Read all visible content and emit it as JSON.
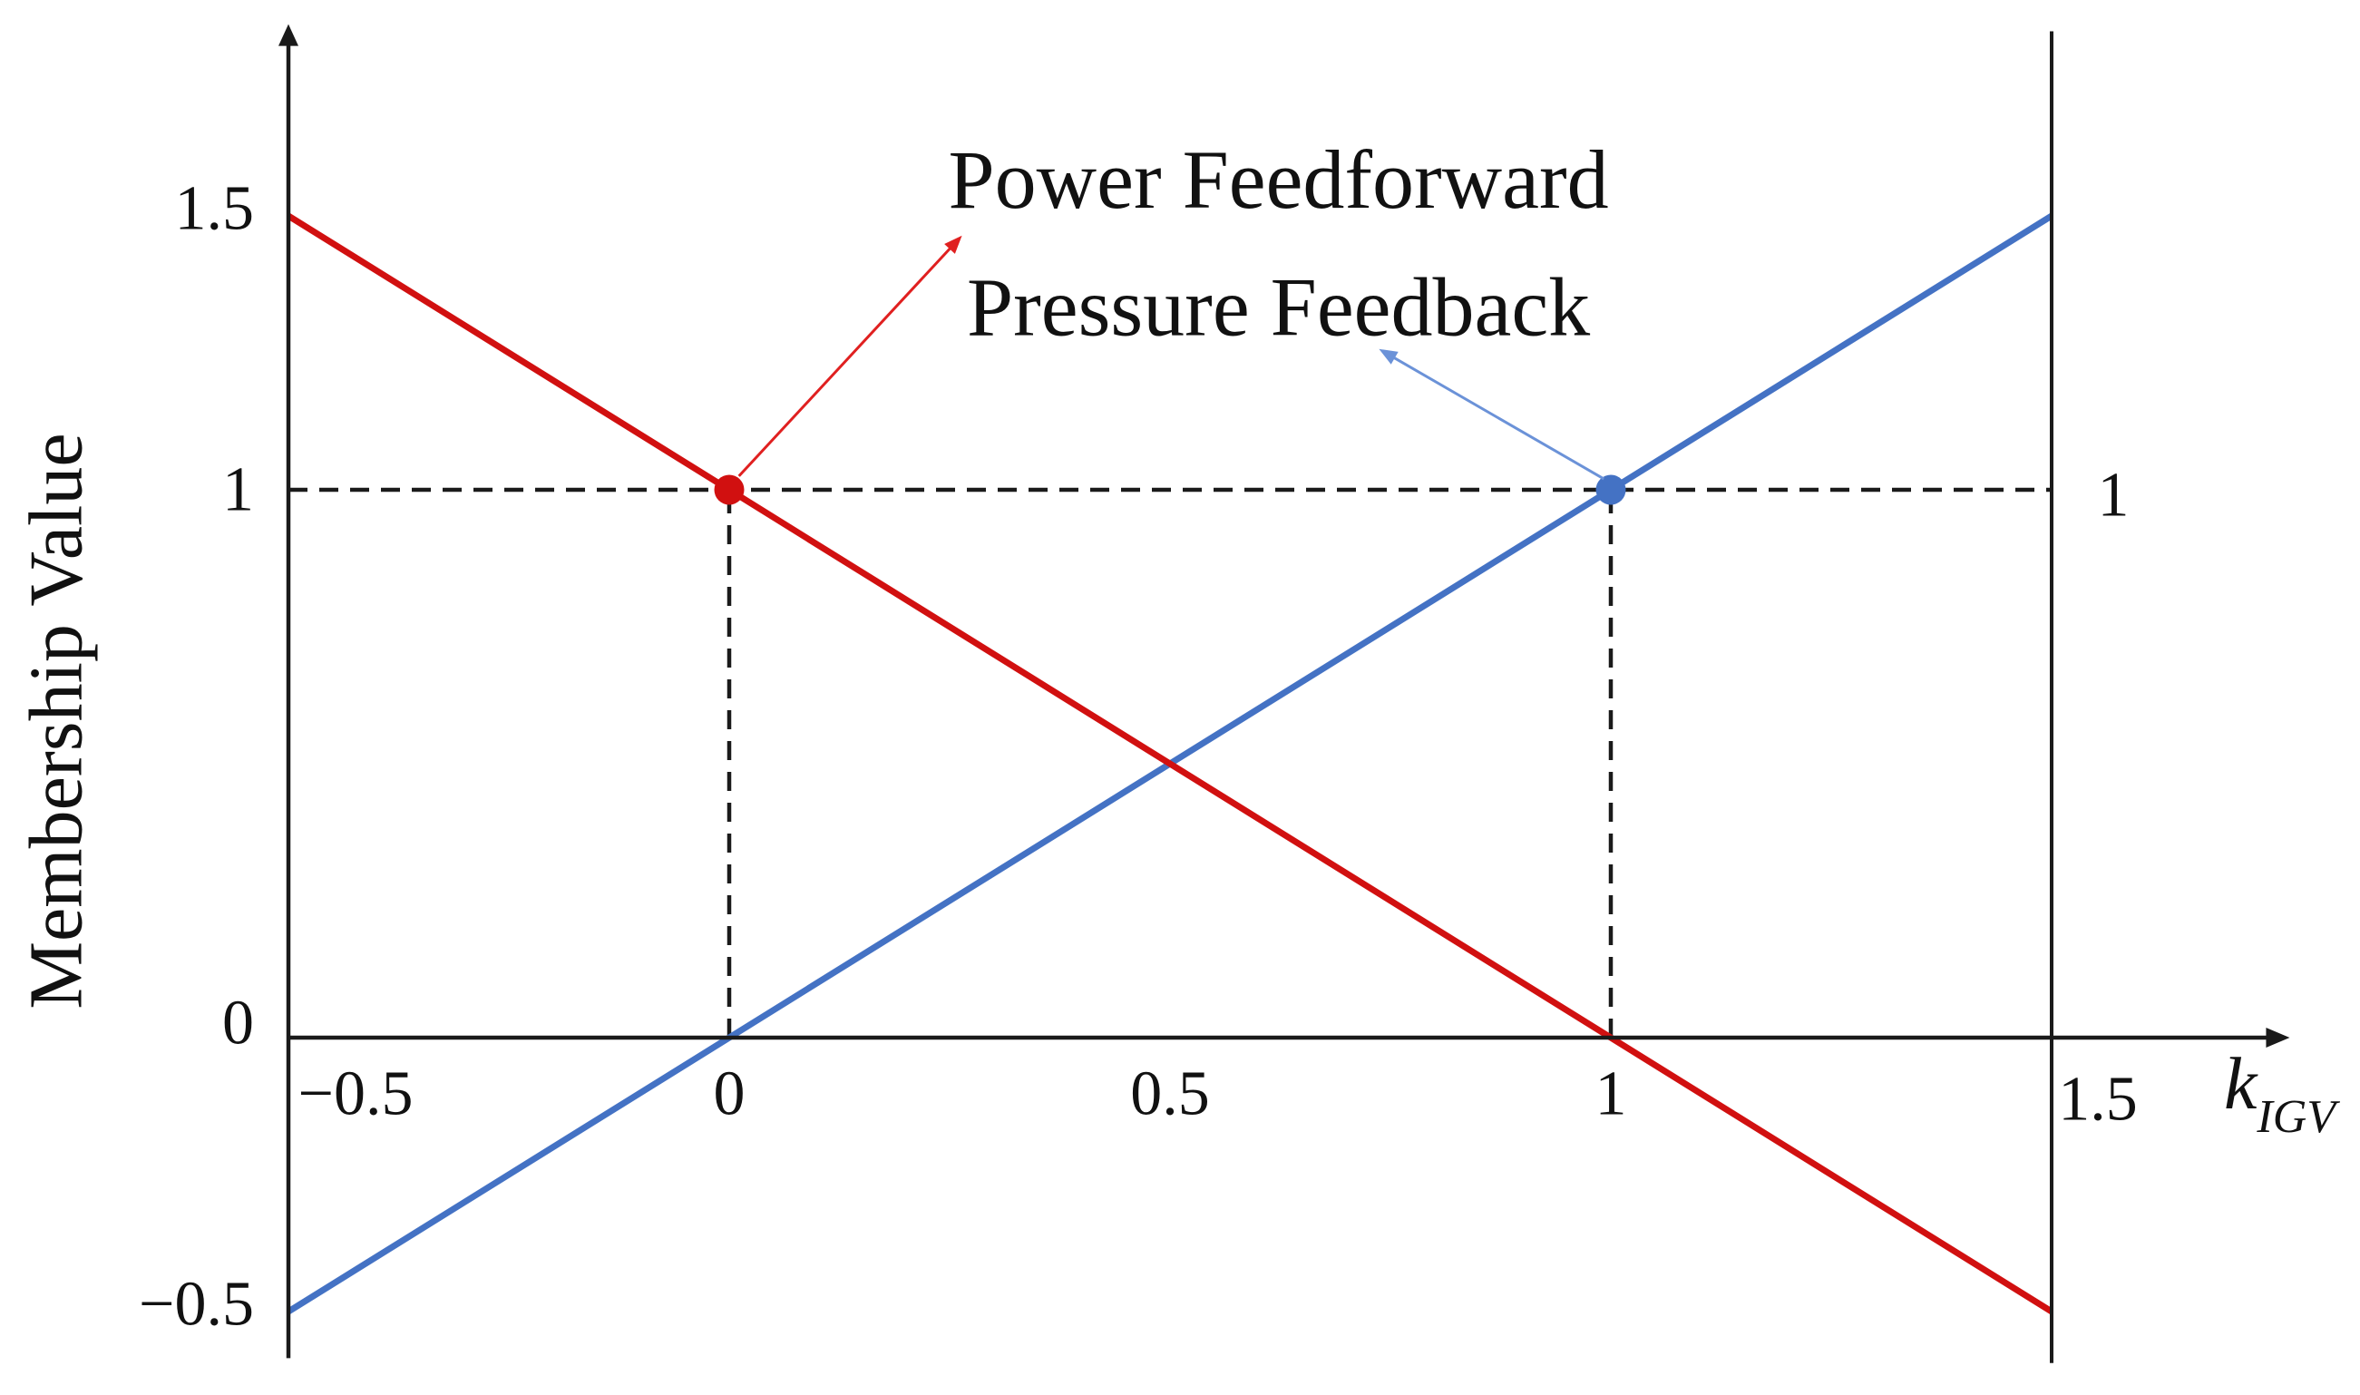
{
  "figure": {
    "background": "#ffffff",
    "text_color": "#111111",
    "axis_color": "#1a1a1a"
  },
  "chart_data": {
    "type": "line",
    "title": "",
    "xlabel": "k",
    "xlabel_subscript": "IGV",
    "ylabel": "Membership Value",
    "xlim": [
      -0.5,
      1.5
    ],
    "ylim": [
      -0.5,
      1.5
    ],
    "grid": false,
    "legend": false,
    "series": [
      {
        "name": "Power Feedforward",
        "color": "#d11010",
        "x": [
          -0.5,
          1.5
        ],
        "y": [
          1.5,
          -0.5
        ]
      },
      {
        "name": "Pressure Feedback",
        "color": "#4472c4",
        "x": [
          -0.5,
          1.5
        ],
        "y": [
          -0.5,
          1.5
        ]
      }
    ],
    "markers": [
      {
        "series": "Power Feedforward",
        "name": "power-feedforward-point",
        "x": 0,
        "y": 1,
        "color": "#d11010"
      },
      {
        "series": "Pressure Feedback",
        "name": "pressure-feedback-point",
        "x": 1,
        "y": 1,
        "color": "#4472c4"
      }
    ],
    "x_axis": {
      "position_y": 0,
      "from": -0.5,
      "to": 1.745,
      "arrow_to": 1.77,
      "ticks": [
        {
          "value": -0.5,
          "label": "−0.5"
        },
        {
          "value": 0,
          "label": "0"
        },
        {
          "value": 0.5,
          "label": "0.5"
        },
        {
          "value": 1,
          "label": "1"
        },
        {
          "value": 1.5,
          "label": "1.5"
        }
      ]
    },
    "y_axis": {
      "position_x": -0.5,
      "from": -0.585,
      "to": 1.815,
      "arrow_to": 1.85,
      "ticks": [
        {
          "value": 1.5,
          "label": "1.5"
        },
        {
          "value": 1,
          "label": "1"
        },
        {
          "value": 0,
          "label": "0"
        },
        {
          "value": -0.5,
          "label": "−0.5"
        }
      ]
    },
    "right_boundary": {
      "x": 1.5,
      "from": -0.594,
      "to": 1.837
    },
    "guides": [
      {
        "name": "guide-dashed-y1",
        "type": "h",
        "y": 1,
        "x_from": -0.5,
        "x_to": 1.5
      },
      {
        "name": "guide-dashed-x0",
        "type": "v",
        "x": 0,
        "y_from": 0,
        "y_to": 1
      },
      {
        "name": "guide-dashed-x1",
        "type": "v",
        "x": 1,
        "y_from": 0,
        "y_to": 1
      }
    ],
    "annotations": {
      "labels": [
        {
          "name": "power-feedforward-label",
          "text": "Power Feedforward",
          "x": 0.623,
          "y": 1.566,
          "role": "annotation"
        },
        {
          "name": "pressure-feedback-label",
          "text": "Pressure Feedback",
          "x": 0.623,
          "y": 1.334,
          "role": "annotation"
        },
        {
          "name": "right-membership-one-label",
          "text": "1",
          "x": 1.57,
          "y": 0.99,
          "role": "tick"
        }
      ],
      "arrows": [
        {
          "name": "power-feedforward-arrow",
          "target": "Power Feedforward",
          "color": "#e02020",
          "from_x": 0.011,
          "from_y": 1.025,
          "to_x": 0.264,
          "to_y": 1.464
        },
        {
          "name": "pressure-feedback-arrow",
          "target": "Pressure Feedback",
          "color": "#6b92d8",
          "from_x": 0.992,
          "from_y": 1.02,
          "to_x": 0.737,
          "to_y": 1.257
        }
      ]
    },
    "label_offsets": {
      "x:-0.5": [
        74,
        0
      ],
      "x:1.5": [
        51,
        6
      ],
      "y:1.5": [
        0,
        -8
      ],
      "y:0": [
        0,
        -16
      ],
      "y:-0.5": [
        0,
        -8
      ]
    }
  }
}
